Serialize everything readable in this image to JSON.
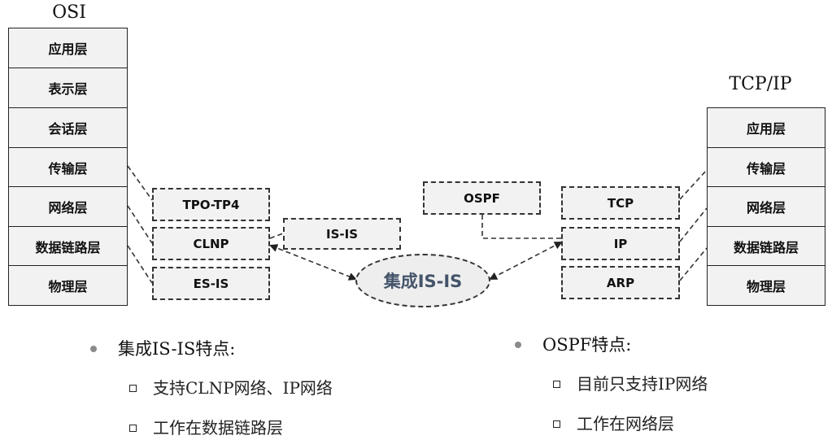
{
  "osi": {
    "title": "OSI",
    "layers": [
      "应用层",
      "表示层",
      "会话层",
      "传输层",
      "网络层",
      "数据链路层",
      "物理层"
    ]
  },
  "tcpip": {
    "title": "TCP/IP",
    "layers": [
      "应用层",
      "传输层",
      "网络层",
      "数据链路层",
      "物理层"
    ]
  },
  "osi_protocols": [
    "TPO-TP4",
    "CLNP",
    "ES-IS"
  ],
  "isis_label": "IS-IS",
  "ospf_label": "OSPF",
  "tcpip_protocols": [
    "TCP",
    "IP",
    "ARP"
  ],
  "integrated_label": "集成IS-IS",
  "notes": {
    "left": {
      "heading": "集成IS-IS特点:",
      "items": [
        "支持CLNP网络、IP网络",
        "工作在数据链路层"
      ]
    },
    "right": {
      "heading": "OSPF特点:",
      "items": [
        "目前只支持IP网络",
        "工作在网络层"
      ]
    }
  }
}
